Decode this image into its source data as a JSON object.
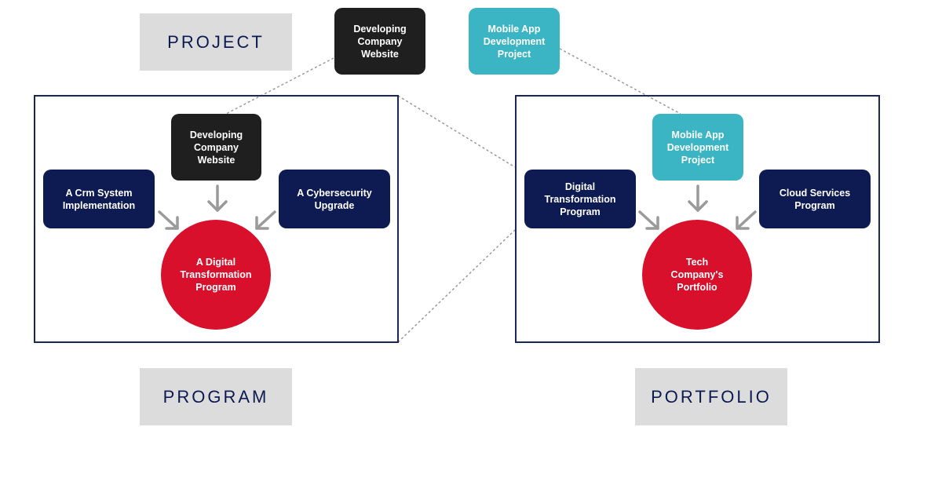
{
  "labels": {
    "project": "PROJECT",
    "program": "PROGRAM",
    "portfolio": "PORTFOLIO"
  },
  "project_nodes": {
    "website": "Developing\nCompany\nWebsite",
    "mobile_app": "Mobile App\nDevelopment\nProject"
  },
  "program_panel": {
    "website": "Developing\nCompany\nWebsite",
    "crm": "A Crm System\nImplementation",
    "cybersecurity": "A Cybersecurity\nUpgrade",
    "center": "A Digital\nTransformation\nProgram"
  },
  "portfolio_panel": {
    "mobile_app": "Mobile App\nDevelopment\nProject",
    "digital_transformation": "Digital\nTransformation\nProgram",
    "cloud": "Cloud Services\nProgram",
    "center": "Tech\nCompany's\nPortfolio"
  },
  "colors": {
    "navy": "#0d1b52",
    "black": "#1f1f1f",
    "teal": "#3bb5c3",
    "red": "#d8102c",
    "label_bg": "#dcdcdc",
    "frame": "#1b2658",
    "arrow": "#9a9a9a",
    "dotted": "#9a9a9a"
  }
}
